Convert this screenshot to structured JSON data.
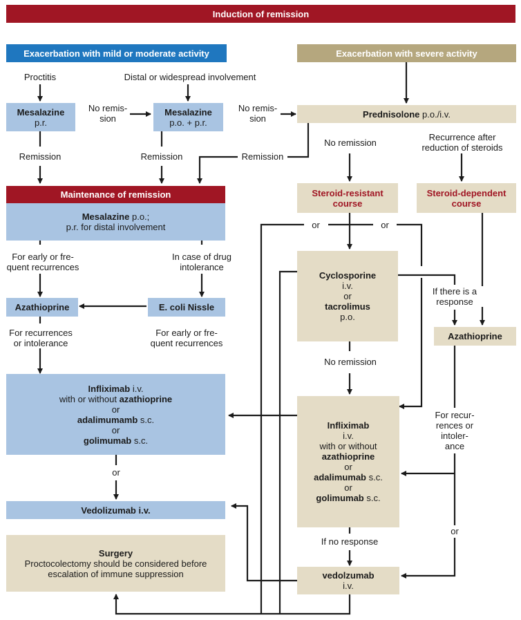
{
  "title": "Induction of remission",
  "headers": {
    "mild": "Exacerbation with mild or moderate activity",
    "severe": "Exacerbation with severe activity",
    "maintenance": "Maintenance of remission"
  },
  "boxes": {
    "mesalazine_pr": {
      "line1": "Mesalazine",
      "line2": "p.r."
    },
    "mesalazine_po_pr": {
      "line1": "Mesalazine",
      "line2": "p.o. + p.r."
    },
    "prednisolone": {
      "bold": "Prednisolone",
      "rest": " p.o./i.v."
    },
    "steroid_resistant": {
      "line1": "Steroid-resistant",
      "line2": "course"
    },
    "steroid_dependent": {
      "line1": "Steroid-dependent",
      "line2": "course"
    },
    "maintenance_body": {
      "bold": "Mesalazine",
      "rest1": " p.o.;",
      "line2": "p.r. for distal involvement"
    },
    "azathioprine_left": "Azathioprine",
    "ecoli": "E. coli Nissle",
    "azathioprine_right": "Azathioprine",
    "cyclosporine": {
      "l1": "Cyclosporine",
      "l2": "i.v.",
      "l3": "or",
      "l4": "tacrolimus",
      "l5": "p.o."
    },
    "infliximab_left": {
      "l1b": "Infliximab",
      "l1r": " i.v.",
      "l2r": "with or without ",
      "l2b": "azathioprine",
      "l3": "or",
      "l4b": "adalimumamb",
      "l4r": " s.c.",
      "l5": "or",
      "l6b": "golimumab",
      "l6r": " s.c."
    },
    "infliximab_right": {
      "l1": "Infliximab",
      "l2": "i.v.",
      "l3": "with or without",
      "l4": "azathioprine",
      "l5": "or",
      "l6b": "adalimumab",
      "l6r": " s.c.",
      "l7": "or",
      "l8b": "golimumab",
      "l8r": " s.c."
    },
    "vedolizumab_left": "Vedolizumab i.v.",
    "surgery": {
      "l1": "Surgery",
      "l2": "Proctocolectomy should be considered before",
      "l3": "escalation of immune suppression"
    },
    "vedolzumab_right": {
      "l1": "vedolzumab",
      "l2": "i.v."
    }
  },
  "labels": {
    "proctitis": "Proctitis",
    "distal": "Distal or widespread involvement",
    "no_remission_1": {
      "l1": "No remis-",
      "l2": "sion"
    },
    "no_remission_2": {
      "l1": "No remis-",
      "l2": "sion"
    },
    "remission_1": "Remission",
    "remission_2": "Remission",
    "remission_3": "Remission",
    "no_remission_3": "No remission",
    "recurrence_after": {
      "l1": "Recurrence after",
      "l2": "reduction of steroids"
    },
    "or_1": "or",
    "or_2": "or",
    "early_frequent_1": {
      "l1": "For early or fre-",
      "l2": "quent recurrences"
    },
    "drug_intolerance": {
      "l1": "In case of drug",
      "l2": "intolerance"
    },
    "if_response": {
      "l1": "If there is a",
      "l2": "response"
    },
    "recurrences_intolerance": {
      "l1": "For recurrences",
      "l2": "or intolerance"
    },
    "early_frequent_2": {
      "l1": "For early or fre-",
      "l2": "quent recurrences"
    },
    "no_remission_4": "No remission",
    "recurrences_intolerance_2": {
      "l1": "For recur-",
      "l2": "rences or",
      "l3": "intoler-",
      "l4": "ance"
    },
    "or_3": "or",
    "or_4": "or",
    "if_no_response": "If no response"
  },
  "colors": {
    "red": "#a01624",
    "blue_header": "#1f77bf",
    "tan_header": "#b5a77e",
    "blue_box": "#a9c4e2",
    "tan_box": "#e4dcc6"
  }
}
